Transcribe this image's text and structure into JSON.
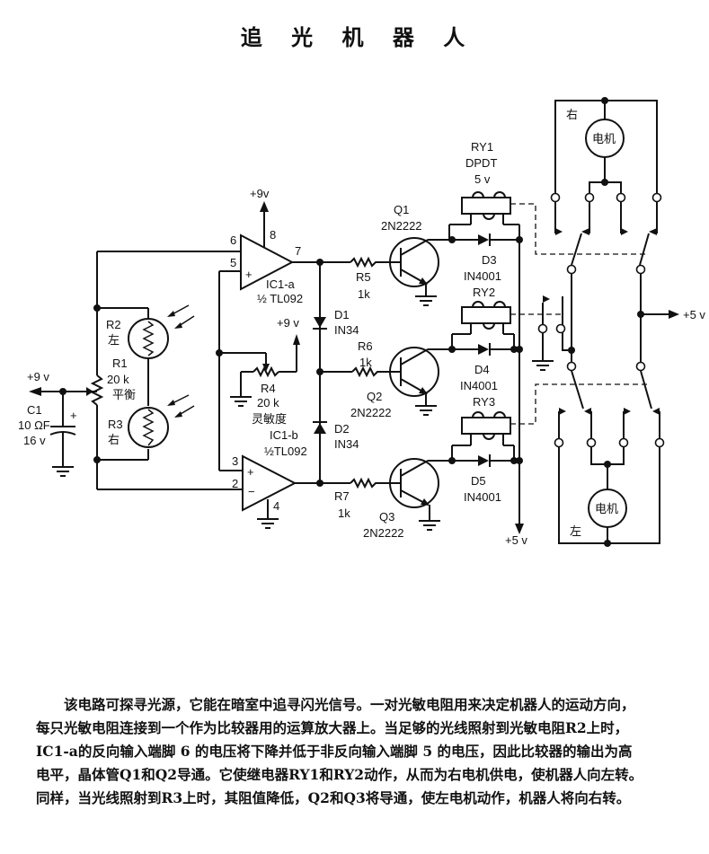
{
  "title": "追 光 机 器 人",
  "schematic": {
    "opamps": {
      "ic1a": {
        "name": "IC1-a",
        "part": "½ TL092",
        "pin_inv": "6",
        "pin_noninv": "5",
        "pin_out": "7",
        "pin_vcc": "8",
        "supply": "+9v"
      },
      "ic1b": {
        "name": "IC1-b",
        "part": "½TL092",
        "pin_noninv": "3",
        "pin_inv": "2",
        "pin_gnd": "4"
      }
    },
    "resistors": {
      "r1": {
        "name": "R1",
        "value": "20 k",
        "note": "平衡"
      },
      "r2": {
        "name": "R2",
        "note": "左"
      },
      "r3": {
        "name": "R3",
        "note": "右"
      },
      "r4": {
        "name": "R4",
        "value": "20 k",
        "note": "灵敏度",
        "supply": "+9 v"
      },
      "r5": {
        "name": "R5",
        "value": "1k"
      },
      "r6": {
        "name": "R6",
        "value": "1k"
      },
      "r7": {
        "name": "R7",
        "value": "1k"
      }
    },
    "capacitor": {
      "name": "C1",
      "value": "10 ΩF",
      "voltage": "16 v",
      "polarity": "+"
    },
    "supply_in": "+9 v",
    "diodes": {
      "d1": {
        "name": "D1",
        "part": "IN34"
      },
      "d2": {
        "name": "D2",
        "part": "IN34"
      },
      "d3": {
        "name": "D3",
        "part": "IN4001"
      },
      "d4": {
        "name": "D4",
        "part": "IN4001"
      },
      "d5": {
        "name": "D5",
        "part": "IN4001"
      }
    },
    "transistors": {
      "q1": {
        "name": "Q1",
        "part": "2N2222"
      },
      "q2": {
        "name": "Q2",
        "part": "2N2222"
      },
      "q3": {
        "name": "Q3",
        "part": "2N2222"
      }
    },
    "relays": {
      "ry1": {
        "name": "RY1",
        "type": "DPDT",
        "voltage": "5 v"
      },
      "ry2": {
        "name": "RY2"
      },
      "ry3": {
        "name": "RY3"
      }
    },
    "relay_supply": "+5 v",
    "motor_supply": "+5 v",
    "motors": {
      "right": {
        "label": "电机",
        "side": "右"
      },
      "left": {
        "label": "电机",
        "side": "左"
      }
    }
  },
  "description": [
    "该电路可探寻光源，它能在暗室中追寻闪光信号。一对光敏电阻用来决定机器人的运动方向，",
    "每只光敏电阻连接到一个作为比较器用的运算放大器上。当足够的光线照射到光敏电阻R2上时，",
    "IC1-a的反向输入端脚 6 的电压将下降并低于非反向输入端脚 5 的电压，因此比较器的输出为高",
    "电平，晶体管Q1和Q2导通。它使继电器RY1和RY2动作，从而为右电机供电，使机器人向左转。",
    "同样，当光线照射到R3上时，其阻值降低，Q2和Q3将导通，使左电机动作，机器人将向右转。"
  ]
}
